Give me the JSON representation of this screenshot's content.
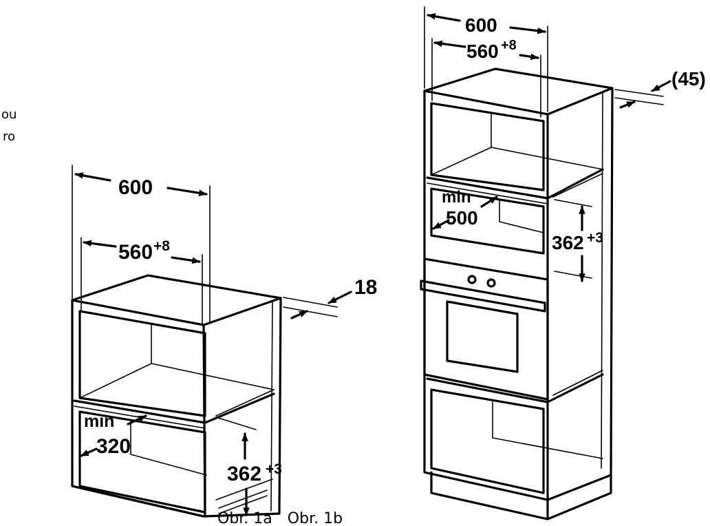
{
  "text_fragments": [
    "ou",
    "ro"
  ],
  "figure_a": {
    "caption": "Obr. 1a",
    "width_outer": "600",
    "width_inner": "560",
    "width_inner_tol": "+8",
    "panel_thickness": "18",
    "min_label": "min",
    "depth_min": "320",
    "height": "362",
    "height_tol": "+3"
  },
  "figure_b": {
    "caption": "Obr. 1b",
    "width_outer": "600",
    "width_inner": "560",
    "width_inner_tol": "+8",
    "rear_gap": "(45)",
    "min_label": "min",
    "depth_min": "500",
    "height": "362",
    "height_tol": "+3"
  }
}
